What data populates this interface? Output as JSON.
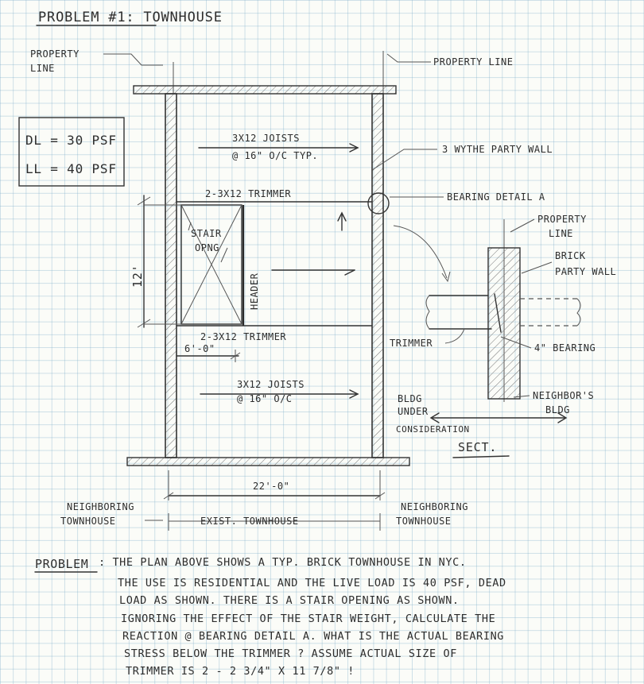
{
  "title": "PROBLEM #1: TOWNHOUSE",
  "loads": {
    "dl": "DL = 30 PSF",
    "ll": "LL = 40 PSF"
  },
  "labels": {
    "property_line_left_1": "PROPERTY",
    "property_line_left_2": "LINE",
    "property_line_right": "PROPERTY LINE",
    "joists_top_1": "3X12 JOISTS",
    "joists_top_2": "@ 16\" O/C TYP.",
    "party_wall": "3 WYTHE PARTY WALL",
    "trimmer_top": "2-3X12 TRIMMER",
    "bearing_detail": "BEARING DETAIL A",
    "stair_1": "STAIR",
    "stair_2": "OPNG",
    "header": "HEADER",
    "dim_12": "12'",
    "trimmer_bottom": "2-3X12 TRIMMER",
    "dim_6": "6'-0\"",
    "joists_bottom_1": "3X12 JOISTS",
    "joists_bottom_2": "@ 16\" O/C",
    "dim_22": "22'-0\"",
    "neighboring_left_1": "NEIGHBORING",
    "neighboring_left_2": "TOWNHOUSE",
    "exist_townhouse": "EXIST. TOWNHOUSE",
    "neighboring_right_1": "NEIGHBORING",
    "neighboring_right_2": "TOWNHOUSE",
    "detail_property_1": "PROPERTY",
    "detail_property_2": "LINE",
    "brick_1": "BRICK",
    "brick_2": "PARTY WALL",
    "trimmer_detail": "TRIMMER",
    "bearing_4": "4\" BEARING",
    "bldg_under_1": "BLDG",
    "bldg_under_2": "UNDER",
    "consideration": "CONSIDERATION",
    "neighbor_bldg_1": "NEIGHBOR'S",
    "neighbor_bldg_2": "BLDG",
    "sect": "SECT."
  },
  "problem": {
    "heading": "PROBLEM",
    "lines": [
      ": THE PLAN ABOVE SHOWS A TYP. BRICK TOWNHOUSE IN NYC.",
      "THE USE IS RESIDENTIAL AND THE LIVE LOAD IS 40 PSF, DEAD",
      "LOAD AS SHOWN. THERE IS A STAIR OPENING AS SHOWN.",
      "IGNORING THE EFFECT OF THE STAIR WEIGHT, CALCULATE THE",
      "REACTION @ BEARING DETAIL A. WHAT IS THE ACTUAL BEARING",
      "STRESS BELOW THE TRIMMER ? ASSUME ACTUAL SIZE OF",
      "TRIMMER IS 2 - 2 3/4\" X 11 7/8\" !"
    ]
  }
}
